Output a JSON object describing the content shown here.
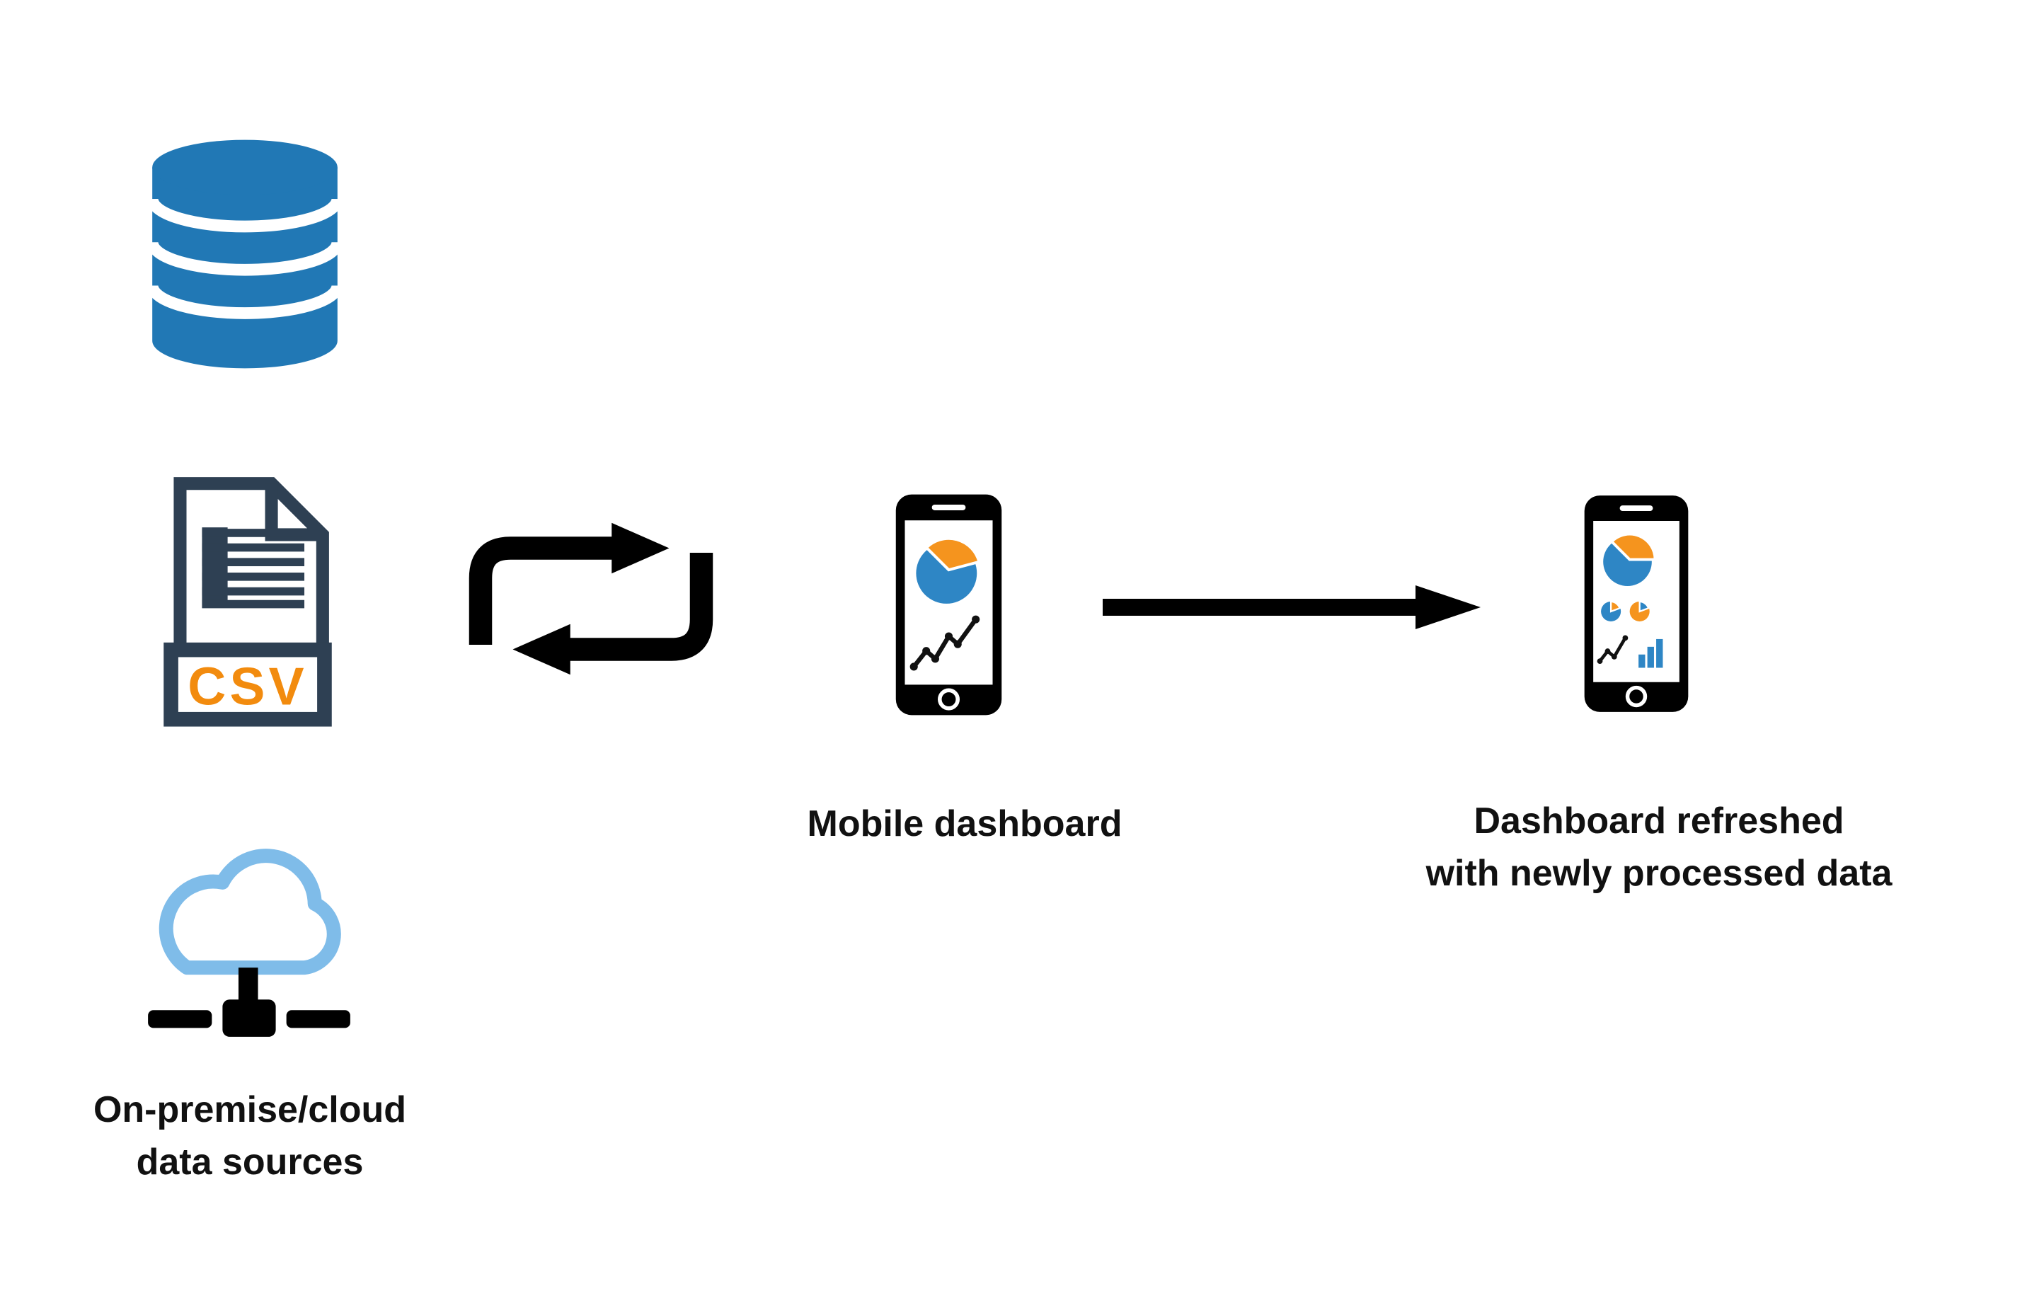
{
  "diagram": {
    "labels": {
      "sources_line1": "On-premise/cloud",
      "sources_line2": "data sources",
      "mobile": "Mobile dashboard",
      "refreshed_line1": "Dashboard refreshed",
      "refreshed_line2": "with newly processed data"
    },
    "csv_file": {
      "text": "CSV"
    },
    "colors": {
      "background": "#FFFFFF",
      "database_blue": "#2178B5",
      "csv_navy": "#2E4053",
      "csv_orange": "#F28B0E",
      "cloud_blue": "#7FBCE9",
      "pie_blue": "#2E86C5",
      "pie_orange": "#F5941E",
      "ink_black": "#000000",
      "label_text": "#111111"
    },
    "icons": [
      "database-icon",
      "csv-file-icon",
      "cloud-network-icon",
      "sync-loop-icon",
      "mobile-phone-dashboard-icon",
      "arrow-right-icon",
      "mobile-phone-refreshed-icon"
    ]
  }
}
